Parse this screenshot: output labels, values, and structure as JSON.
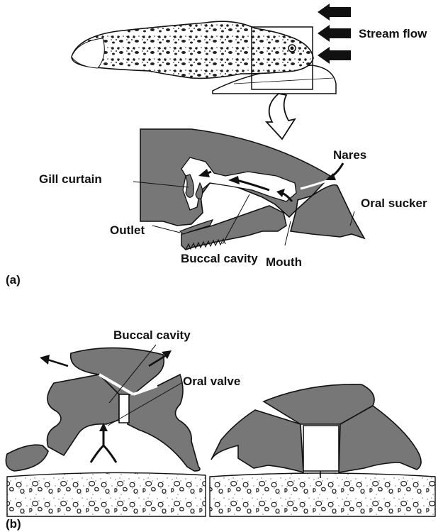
{
  "panel_a": {
    "label": "(a)",
    "stream_flow": "Stream flow",
    "gill_curtain": "Gill curtain",
    "nares": "Nares",
    "oral_sucker": "Oral sucker",
    "outlet": "Outlet",
    "buccal_cavity": "Buccal cavity",
    "mouth": "Mouth"
  },
  "panel_b": {
    "label": "(b)",
    "buccal_cavity": "Buccal cavity",
    "oral_valve": "Oral valve"
  },
  "colors": {
    "tissue_fill": "#777777",
    "outline": "#111111",
    "background": "#ffffff"
  }
}
